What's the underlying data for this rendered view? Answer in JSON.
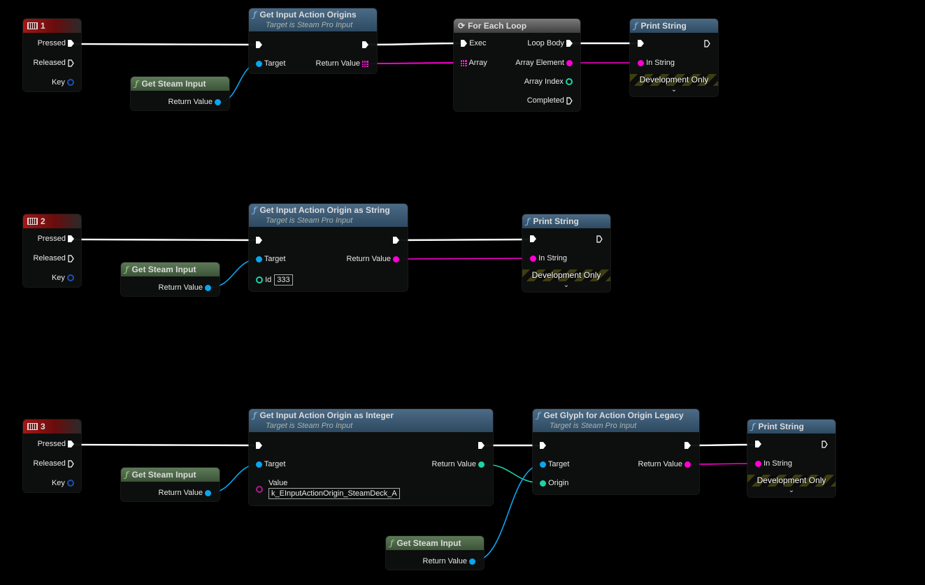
{
  "colors": {
    "exec_wire": "#ffffff",
    "string_pin": "#ff00d4",
    "object_pin": "#0aa6f0",
    "integer_pin": "#1ed3a6",
    "struct_pin": "#1e4fb0",
    "byte_pin": "#ad1a8a"
  },
  "rows": [
    {
      "event": {
        "title": "1",
        "icon": "keyboard-icon",
        "pins": [
          "Pressed",
          "Released",
          "Key"
        ]
      },
      "getter": {
        "title": "Get Steam Input",
        "pin": "Return Value"
      },
      "call": {
        "title": "Get Input Action Origins",
        "subtitle": "Target is Steam Pro Input",
        "in_pins": [
          "Target"
        ],
        "out_pin": "Return Value"
      },
      "loop": {
        "title": "For Each Loop",
        "in_pins": [
          "Exec",
          "Array"
        ],
        "out_pins": [
          "Loop Body",
          "Array Element",
          "Array Index",
          "Completed"
        ]
      },
      "print": {
        "title": "Print String",
        "in_pin": "In String",
        "banner": "Development Only"
      }
    },
    {
      "event": {
        "title": "2",
        "icon": "keyboard-icon",
        "pins": [
          "Pressed",
          "Released",
          "Key"
        ]
      },
      "getter": {
        "title": "Get Steam Input",
        "pin": "Return Value"
      },
      "call": {
        "title": "Get Input Action Origin as String",
        "subtitle": "Target is Steam Pro Input",
        "in_pins": [
          "Target",
          "Id"
        ],
        "id_value": "333",
        "out_pin": "Return Value"
      },
      "print": {
        "title": "Print String",
        "in_pin": "In String",
        "banner": "Development Only"
      }
    },
    {
      "event": {
        "title": "3",
        "icon": "keyboard-icon",
        "pins": [
          "Pressed",
          "Released",
          "Key"
        ]
      },
      "getter": {
        "title": "Get Steam Input",
        "pin": "Return Value"
      },
      "call": {
        "title": "Get Input Action Origin as Integer",
        "subtitle": "Target is Steam Pro Input",
        "in_pins": [
          "Target",
          "Value"
        ],
        "value": "k_EInputActionOrigin_SteamDeck_A",
        "out_pin": "Return Value"
      },
      "glyph": {
        "title": "Get Glyph for Action Origin Legacy",
        "subtitle": "Target is Steam Pro Input",
        "in_pins": [
          "Target",
          "Origin"
        ],
        "out_pin": "Return Value"
      },
      "getter2": {
        "title": "Get Steam Input",
        "pin": "Return Value"
      },
      "print": {
        "title": "Print String",
        "in_pin": "In String",
        "banner": "Development Only"
      }
    }
  ]
}
